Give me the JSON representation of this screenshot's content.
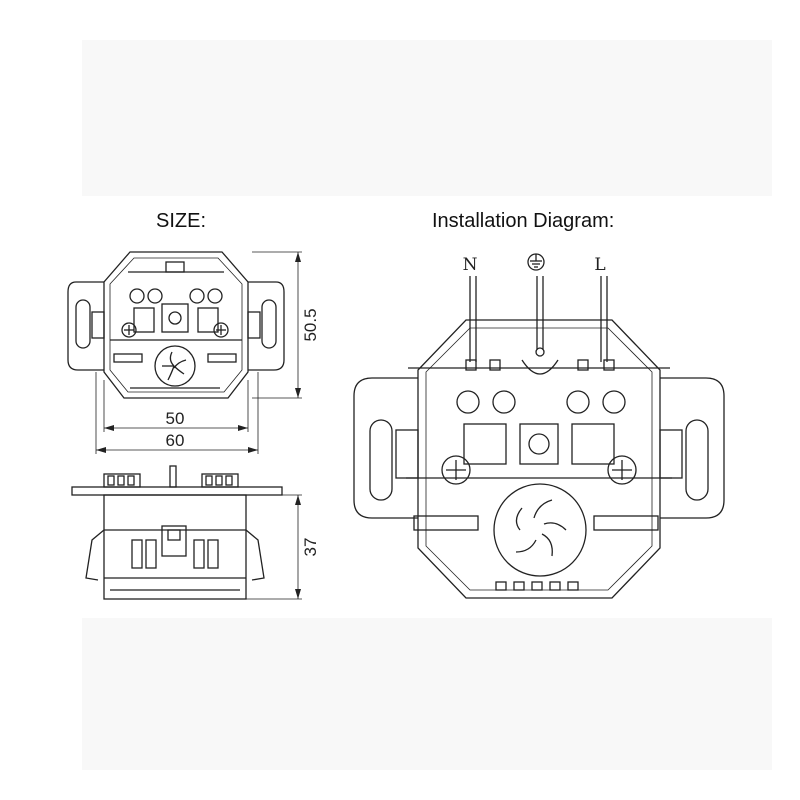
{
  "headings": {
    "size": "SIZE:",
    "installation": "Installation Diagram:"
  },
  "dimensions": {
    "height": "50.5",
    "inner_width": "50",
    "outer_width": "60",
    "depth": "37"
  },
  "wires": {
    "neutral": "N",
    "live": "L",
    "earth_icon": "earth-ground-symbol"
  }
}
